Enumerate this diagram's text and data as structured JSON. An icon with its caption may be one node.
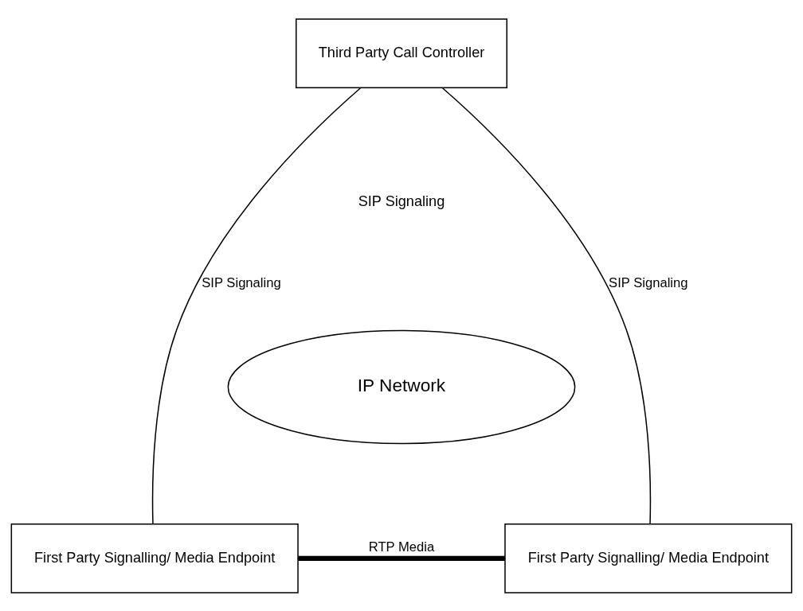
{
  "diagram": {
    "nodes": [
      {
        "text": [
          "Third Party Call Controller"
        ]
      },
      {
        "text": [
          "IP Network"
        ]
      },
      {
        "text": [
          "First Party Signalling/ Media Endpoint"
        ]
      },
      {
        "text": [
          "First Party Signalling/ Media Endpoint"
        ]
      }
    ],
    "edges": [
      {
        "from": 0,
        "to": 2,
        "arrow": "none",
        "label": "SIP Signaling"
      },
      {
        "from": 0,
        "to": 3,
        "arrow": "none",
        "label": "SIP Signaling"
      },
      {
        "from": 2,
        "to": 3,
        "arrow": "none",
        "label": "RTP Media",
        "style": "thick"
      }
    ],
    "labels": [
      "SIP Signaling"
    ]
  }
}
